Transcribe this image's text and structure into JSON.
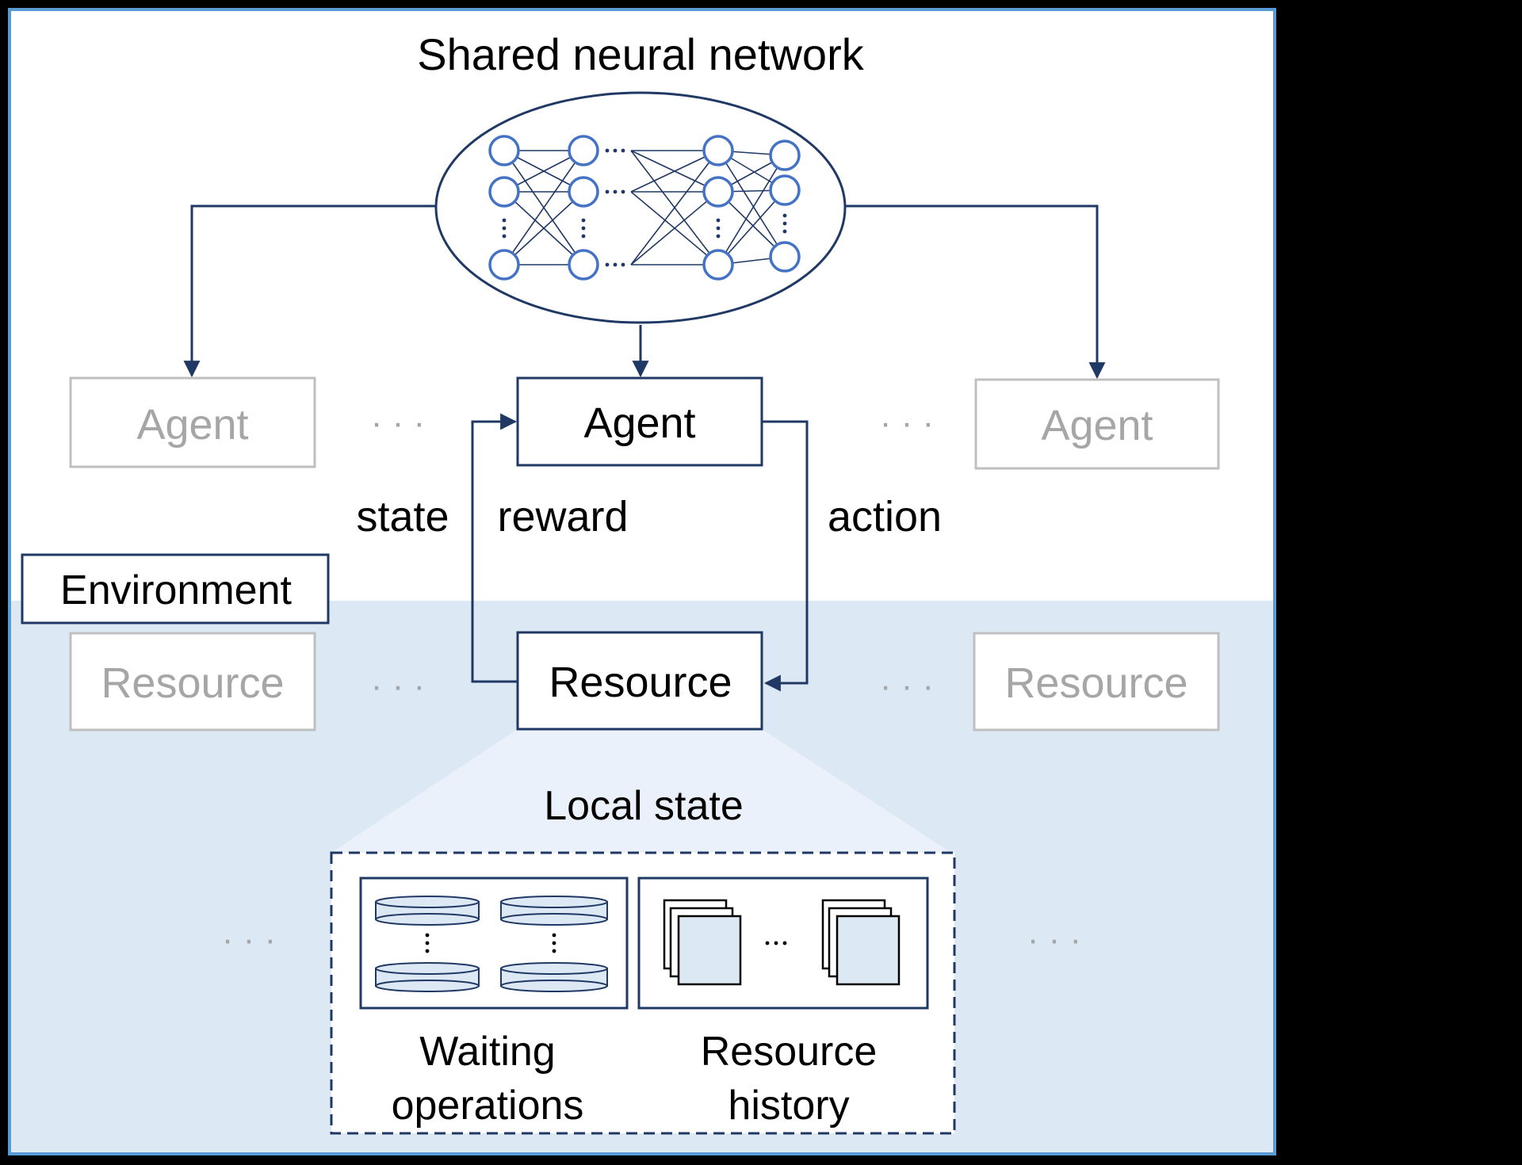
{
  "title": "Shared neural network",
  "agents": {
    "left": "Agent",
    "center": "Agent",
    "right": "Agent"
  },
  "edge_labels": {
    "state": "state",
    "reward": "reward",
    "action": "action"
  },
  "environment_label": "Environment",
  "resources": {
    "left": "Resource",
    "center": "Resource",
    "right": "Resource"
  },
  "local_state": {
    "title": "Local state",
    "waiting_operations": [
      "Waiting",
      "operations"
    ],
    "resource_history": [
      "Resource",
      "history"
    ]
  },
  "ellipsis": "· · ·",
  "colors": {
    "frame": "#5b9bd5",
    "environment_fill": "#dde8f5",
    "local_state_fill": "#eaf1fa",
    "node_stroke": "#4472c4",
    "arrow": "#1f3864",
    "faded_text": "#a6a6a6",
    "faded_border": "#bfbfbf",
    "page_bg": "#000000",
    "panel_bg": "#ffffff"
  }
}
